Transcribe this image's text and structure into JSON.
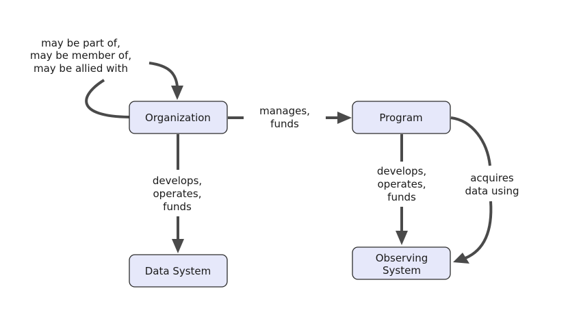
{
  "colors": {
    "node_fill": "#e6e8fa",
    "node_border": "#2c2c2c",
    "edge": "#4a4a4a",
    "text": "#1a1a1a",
    "background": "#ffffff"
  },
  "nodes": {
    "organization": "Organization",
    "program": "Program",
    "data_system": "Data System",
    "observing_system": [
      "Observing",
      "System"
    ]
  },
  "edges": {
    "self_loop": [
      "may be part of,",
      "may be member of,",
      "may be allied with"
    ],
    "org_to_program": [
      "manages,",
      "funds"
    ],
    "org_to_data_system": [
      "develops,",
      "operates,",
      "funds"
    ],
    "program_to_observing": [
      "develops,",
      "operates,",
      "funds"
    ],
    "program_acquires": [
      "acquires",
      "data using"
    ]
  }
}
